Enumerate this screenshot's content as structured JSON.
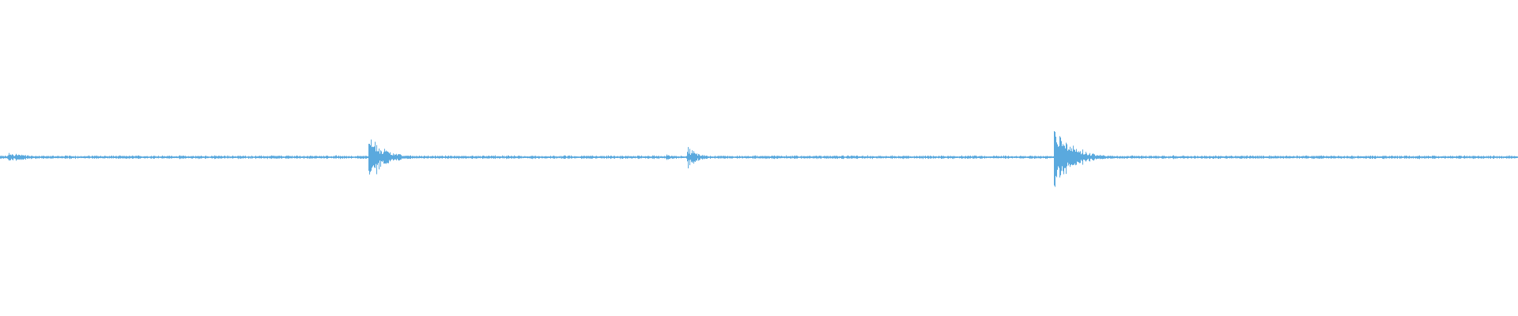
{
  "waveform": {
    "color": "#5aa9de",
    "baseline_amplitude": 0.004,
    "bursts": [
      {
        "position": 0.006,
        "peak": 0.02,
        "decay": 0.012
      },
      {
        "position": 0.2435,
        "peak": 0.085,
        "decay": 0.01
      },
      {
        "position": 0.44,
        "peak": 0.018,
        "decay": 0.001
      },
      {
        "position": 0.4535,
        "peak": 0.04,
        "decay": 0.006
      },
      {
        "position": 0.695,
        "peak": 0.11,
        "decay": 0.012
      }
    ]
  }
}
